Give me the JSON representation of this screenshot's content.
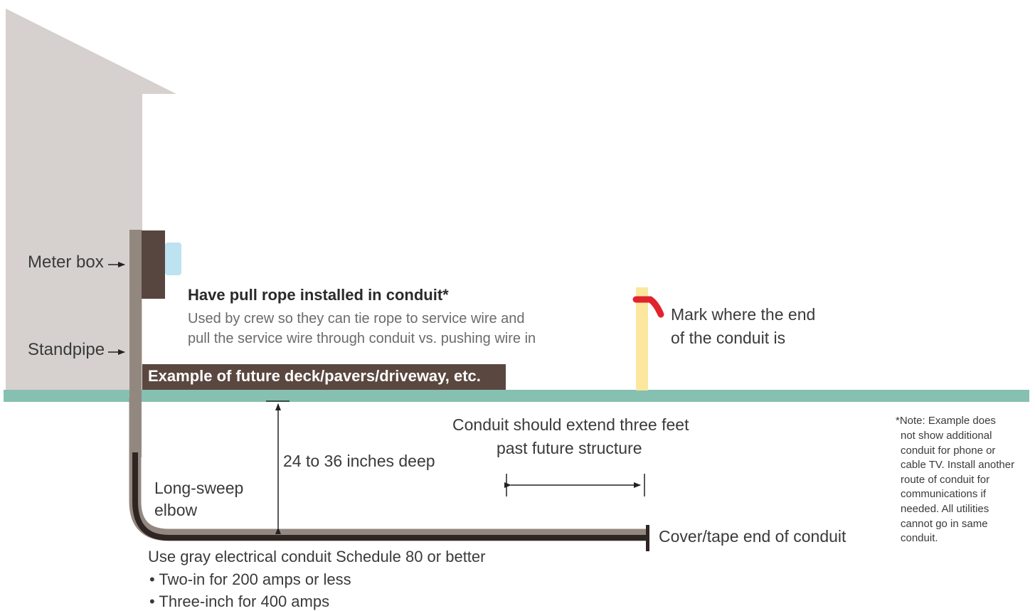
{
  "labels": {
    "meter_box": "Meter box",
    "standpipe": "Standpipe",
    "long_sweep_elbow_line1": "Long-sweep",
    "long_sweep_elbow_line2": "elbow"
  },
  "pull_rope": {
    "title": "Have pull rope installed in conduit*",
    "desc_line1": "Used by crew so they can tie rope to service wire and",
    "desc_line2": "pull the service wire through conduit vs. pushing wire in"
  },
  "future_structure_label": "Example of future deck/pavers/driveway, etc.",
  "depth_label": "24 to 36 inches deep",
  "extend": {
    "line1": "Conduit should extend three feet",
    "line2": "past future structure"
  },
  "marker": {
    "line1": "Mark where the end",
    "line2": "of the conduit is"
  },
  "cover_label": "Cover/tape end of conduit",
  "conduit_spec": {
    "heading": "Use gray electrical conduit Schedule 80 or better",
    "bullets": [
      "Two-in for 200 amps or less",
      "Three-inch for 400 amps"
    ]
  },
  "note_lines": [
    "*Note: Example does",
    "not show additional",
    "conduit for phone or",
    "cable TV. Install another",
    "route of conduit for",
    "communications if",
    "needed. All utilities",
    "cannot go in same",
    "conduit."
  ],
  "colors": {
    "house": "#d6d1ce",
    "ground": "#86c0b1",
    "meter_box": "#57463f",
    "meter_glass": "#bde2f0",
    "standpipe": "#938880",
    "conduit": "#2f2624",
    "structure": "#5a4740",
    "stake": "#fbe79e",
    "flag": "#e0232d"
  }
}
